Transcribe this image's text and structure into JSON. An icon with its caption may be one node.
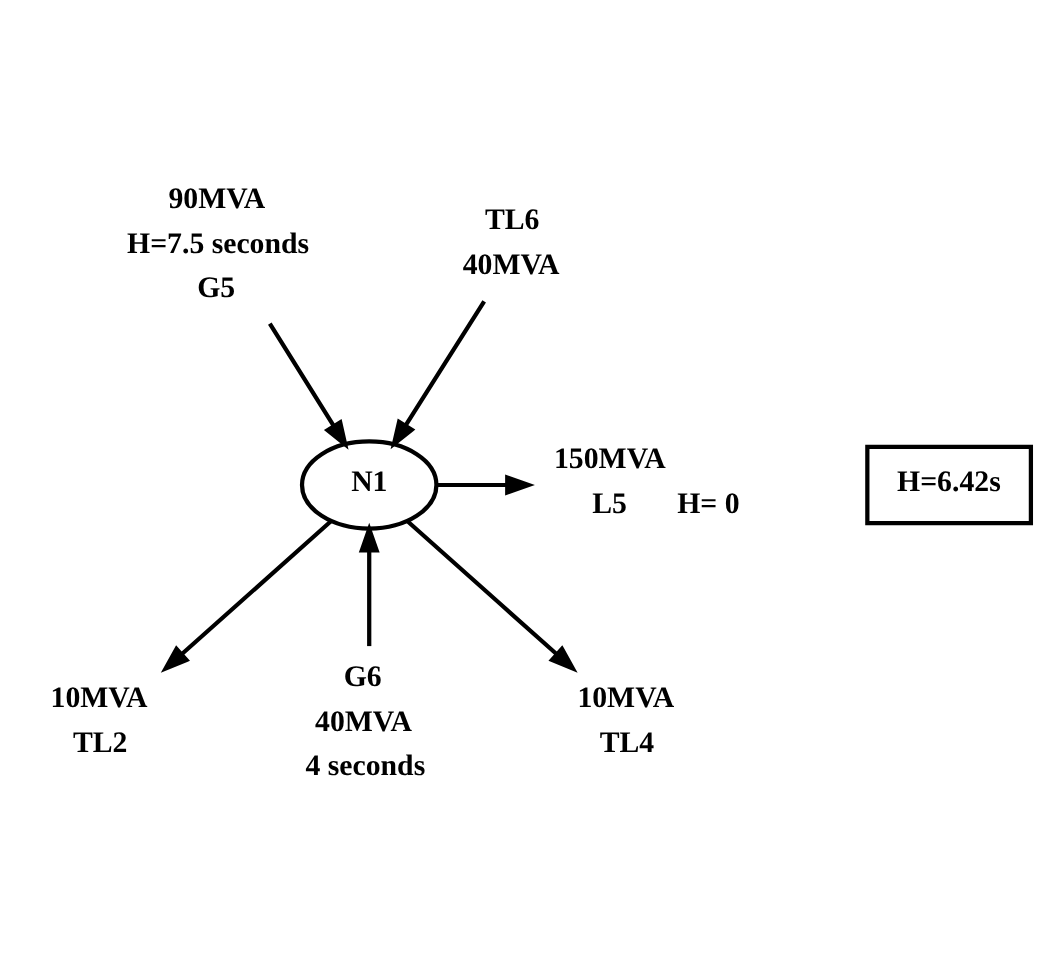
{
  "diagram": {
    "nodes": [
      {
        "text": [
          "G5"
        ],
        "beside": [
          "90MVA",
          "H=7.5 seconds"
        ]
      },
      {
        "text": [
          "TL6"
        ],
        "beside": [
          "40MVA"
        ]
      },
      {
        "text": [
          "L5"
        ],
        "beside": [
          "150MVA",
          "H= 0"
        ]
      },
      {
        "text": [
          "N1"
        ]
      },
      {
        "text": [
          "H=6.42s"
        ]
      },
      {
        "text": [
          "TL2"
        ],
        "beside": [
          "10MVA"
        ]
      },
      {
        "text": [
          "G6"
        ],
        "beside": [
          "40MVA",
          "4 seconds"
        ]
      },
      {
        "text": [
          "TL4"
        ],
        "beside": [
          "10MVA"
        ]
      }
    ],
    "edges": [
      {
        "from": 0,
        "to": 3,
        "arrow": "to"
      },
      {
        "from": 1,
        "to": 3,
        "arrow": "to"
      },
      {
        "from": 3,
        "to": 2,
        "arrow": "to"
      },
      {
        "from": 3,
        "to": 5,
        "arrow": "to"
      },
      {
        "from": 3,
        "to": 7,
        "arrow": "to"
      },
      {
        "from": 6,
        "to": 3,
        "arrow": "to"
      }
    ]
  }
}
